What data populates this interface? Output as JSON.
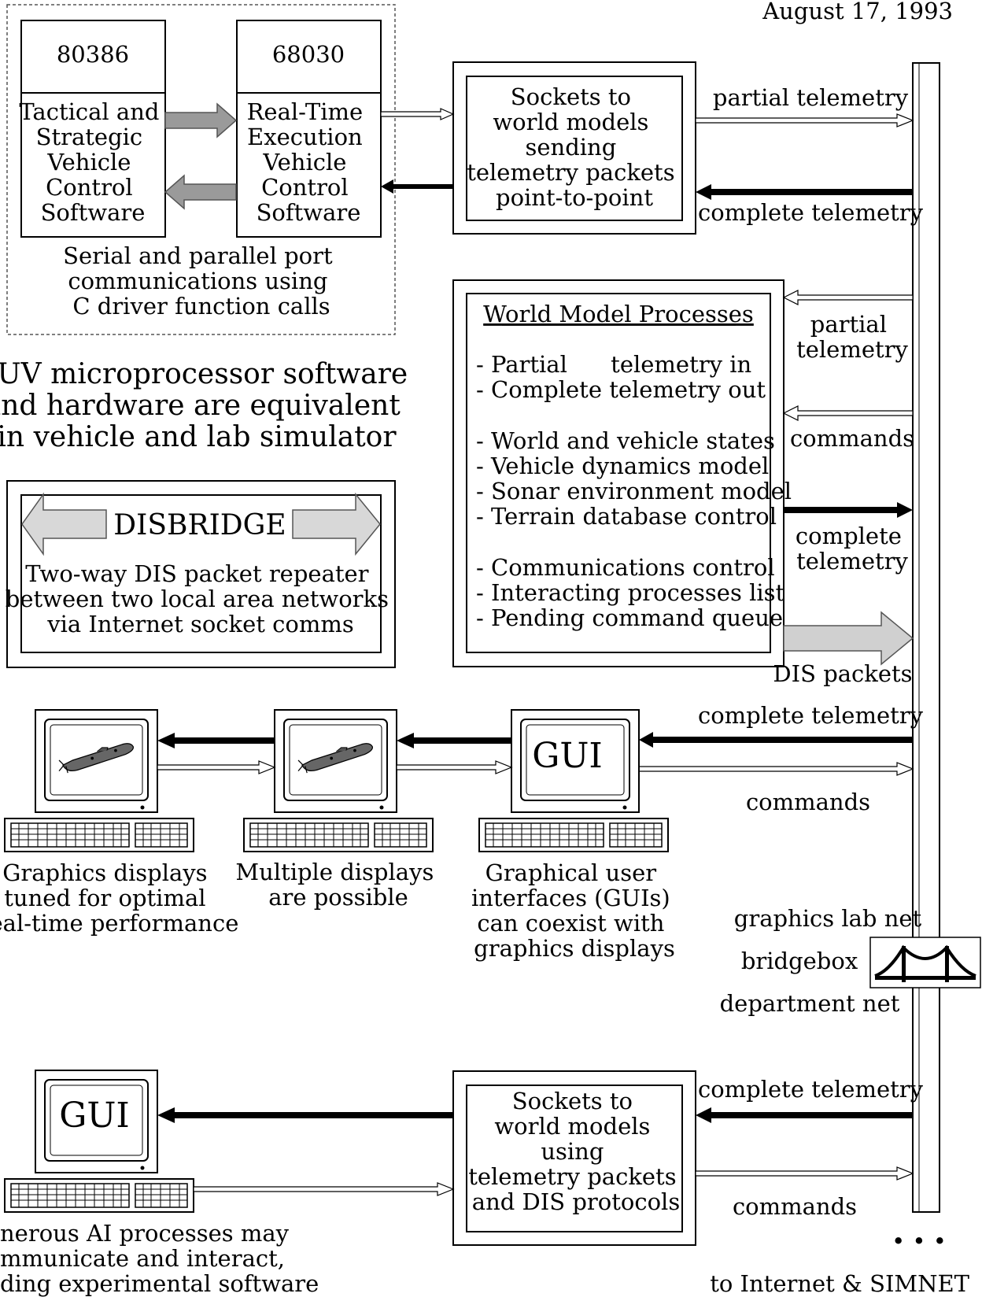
{
  "date": "August 17, 1993",
  "processors": {
    "left_chip": "80386",
    "right_chip": "68030",
    "left_software": [
      "Tactical and",
      "Strategic",
      "Vehicle",
      "Control",
      "Software"
    ],
    "right_software": [
      "Real-Time",
      "Execution",
      "Vehicle",
      "Control",
      "Software"
    ],
    "port_note": [
      "Serial and parallel port",
      "communications using",
      "C driver function calls"
    ]
  },
  "auv_statement": [
    "AUV microprocessor software",
    "and hardware are equivalent",
    "in vehicle and lab simulator"
  ],
  "disbridge": {
    "title": "DISBRIDGE",
    "desc": [
      "Two-way DIS packet repeater",
      "between two local area networks",
      "via Internet socket comms"
    ]
  },
  "sockets_top": [
    "Sockets to",
    "world models",
    "sending",
    "telemetry packets",
    "point-to-point"
  ],
  "world_model": {
    "title": "World Model Processes",
    "group1": [
      "- Partial      telemetry in",
      "- Complete telemetry out"
    ],
    "group2": [
      "- World and vehicle states",
      "- Vehicle dynamics model",
      "- Sonar environment model",
      "- Terrain database control"
    ],
    "group3": [
      "- Communications control",
      "- Interacting processes list",
      "- Pending command queue"
    ]
  },
  "arrow_labels": {
    "partial_telemetry_top": "partial telemetry",
    "complete_telemetry_top": "complete telemetry",
    "partial_telemetry_wm": [
      "partial",
      "telemetry"
    ],
    "commands_wm": "commands",
    "complete_telemetry_wm": [
      "complete",
      "telemetry"
    ],
    "dis_packets": "DIS packets",
    "complete_telemetry_gui": "complete telemetry",
    "commands_gui": "commands",
    "complete_telemetry_bottom": "complete telemetry",
    "commands_bottom": "commands"
  },
  "computers": {
    "screen_gui": "GUI",
    "captions": {
      "graphics": [
        "Graphics displays",
        "tuned for optimal",
        "real-time performance"
      ],
      "multiple": [
        "Multiple displays",
        "are possible"
      ],
      "gui": [
        "Graphical user",
        "interfaces (GUIs)",
        "can coexist with",
        "graphics displays"
      ],
      "ai": [
        "nerous AI processes may",
        "mmunicate and interact,",
        "ding experimental software"
      ]
    }
  },
  "network": {
    "graphics_lab_net": "graphics lab net",
    "bridgebox": "bridgebox",
    "department_net": "department net",
    "ellipsis": "• • •",
    "internet": "to Internet & SIMNET"
  },
  "sockets_bottom": [
    "Sockets to",
    "world models",
    "using",
    "telemetry packets",
    "and DIS protocols"
  ]
}
